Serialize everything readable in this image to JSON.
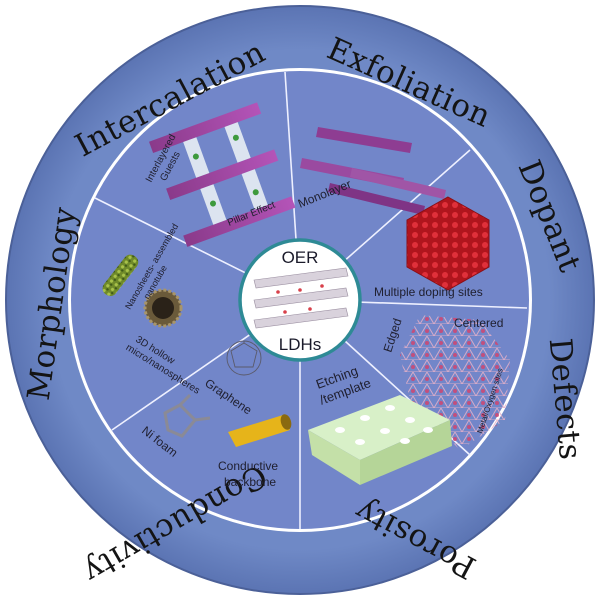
{
  "ring_labels": {
    "intercalation": "Intercalation",
    "exfoliation": "Exfoliation",
    "dopant": "Dopant",
    "defects": "Defects",
    "porosity": "Porosity",
    "conductivity": "Conductivity",
    "morphology": "Morphology"
  },
  "center": {
    "top": "OER",
    "bottom": "LDHs"
  },
  "sectors": {
    "intercalation": {
      "guests": "Interlayered\nGuests",
      "pillar": "Pillar Effect"
    },
    "exfoliation": {
      "monolayer": "Monolayer"
    },
    "dopant": {
      "sites": "Multiple doping sites"
    },
    "defects": {
      "edged": "Edged",
      "centered": "Centered",
      "sites": "Metal/Oxygen sites"
    },
    "porosity": {
      "etching": "Etching\n/template"
    },
    "conductivity": {
      "graphene": "Graphene",
      "ni_foam": "Ni foam",
      "backbone": "Conductive\nbackbone"
    },
    "morphology": {
      "nanotube": "Nanosheets- assembled\nnanotube",
      "hollow": "3D hollow\nmicro/nanospheres"
    }
  },
  "colors": {
    "outer_ring": "#6d87c3",
    "inner_disk": "#7184c8",
    "divider": "#eef0ff",
    "core": "#ffffff",
    "core_border": "#2e8a95"
  }
}
